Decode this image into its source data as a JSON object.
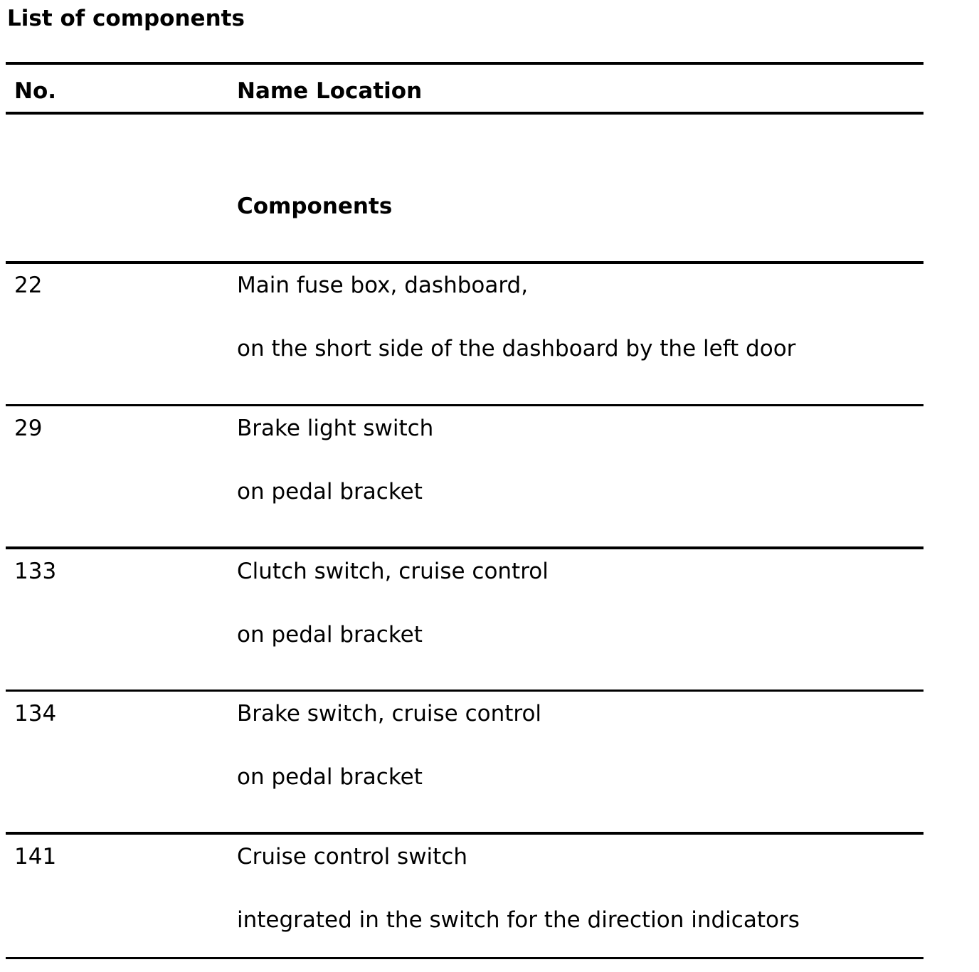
{
  "title": "List of components",
  "header": {
    "no_label": "No.",
    "name_location_label": "Name Location"
  },
  "section_heading": "Components",
  "rows": [
    {
      "no": "22",
      "name": "Main fuse box, dashboard,",
      "location": "on the short side of the dashboard by the left door"
    },
    {
      "no": "29",
      "name": "Brake light switch",
      "location": "on pedal bracket"
    },
    {
      "no": "133",
      "name": "Clutch switch, cruise control",
      "location": "on pedal bracket"
    },
    {
      "no": "134",
      "name": "Brake switch, cruise control",
      "location": "on pedal bracket"
    },
    {
      "no": "141",
      "name": "Cruise control switch",
      "location": "integrated in the switch for the direction indicators"
    }
  ]
}
